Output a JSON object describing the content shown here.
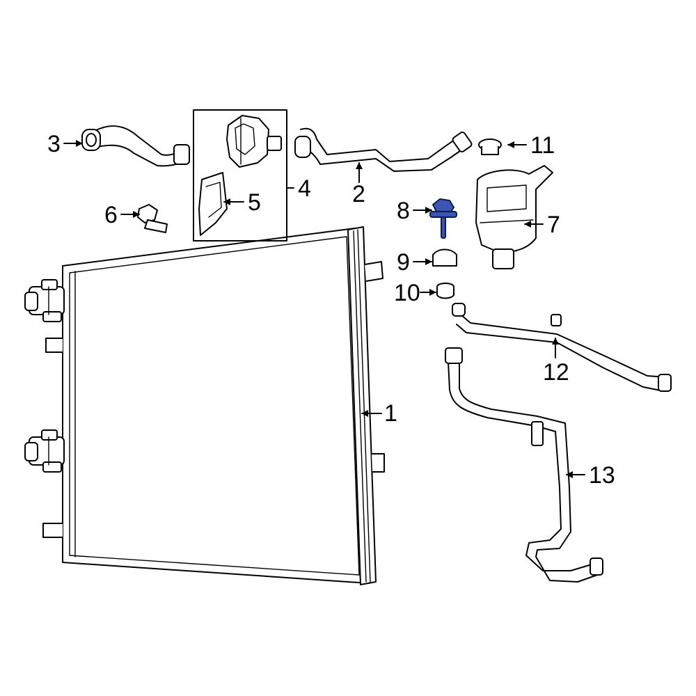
{
  "callouts": {
    "c1": "1",
    "c2": "2",
    "c3": "3",
    "c4": "4",
    "c5": "5",
    "c6": "6",
    "c7": "7",
    "c8": "8",
    "c9": "9",
    "c10": "10",
    "c11": "11",
    "c12": "12",
    "c13": "13"
  },
  "highlight": {
    "part": "8",
    "color": "#3b55b5"
  }
}
